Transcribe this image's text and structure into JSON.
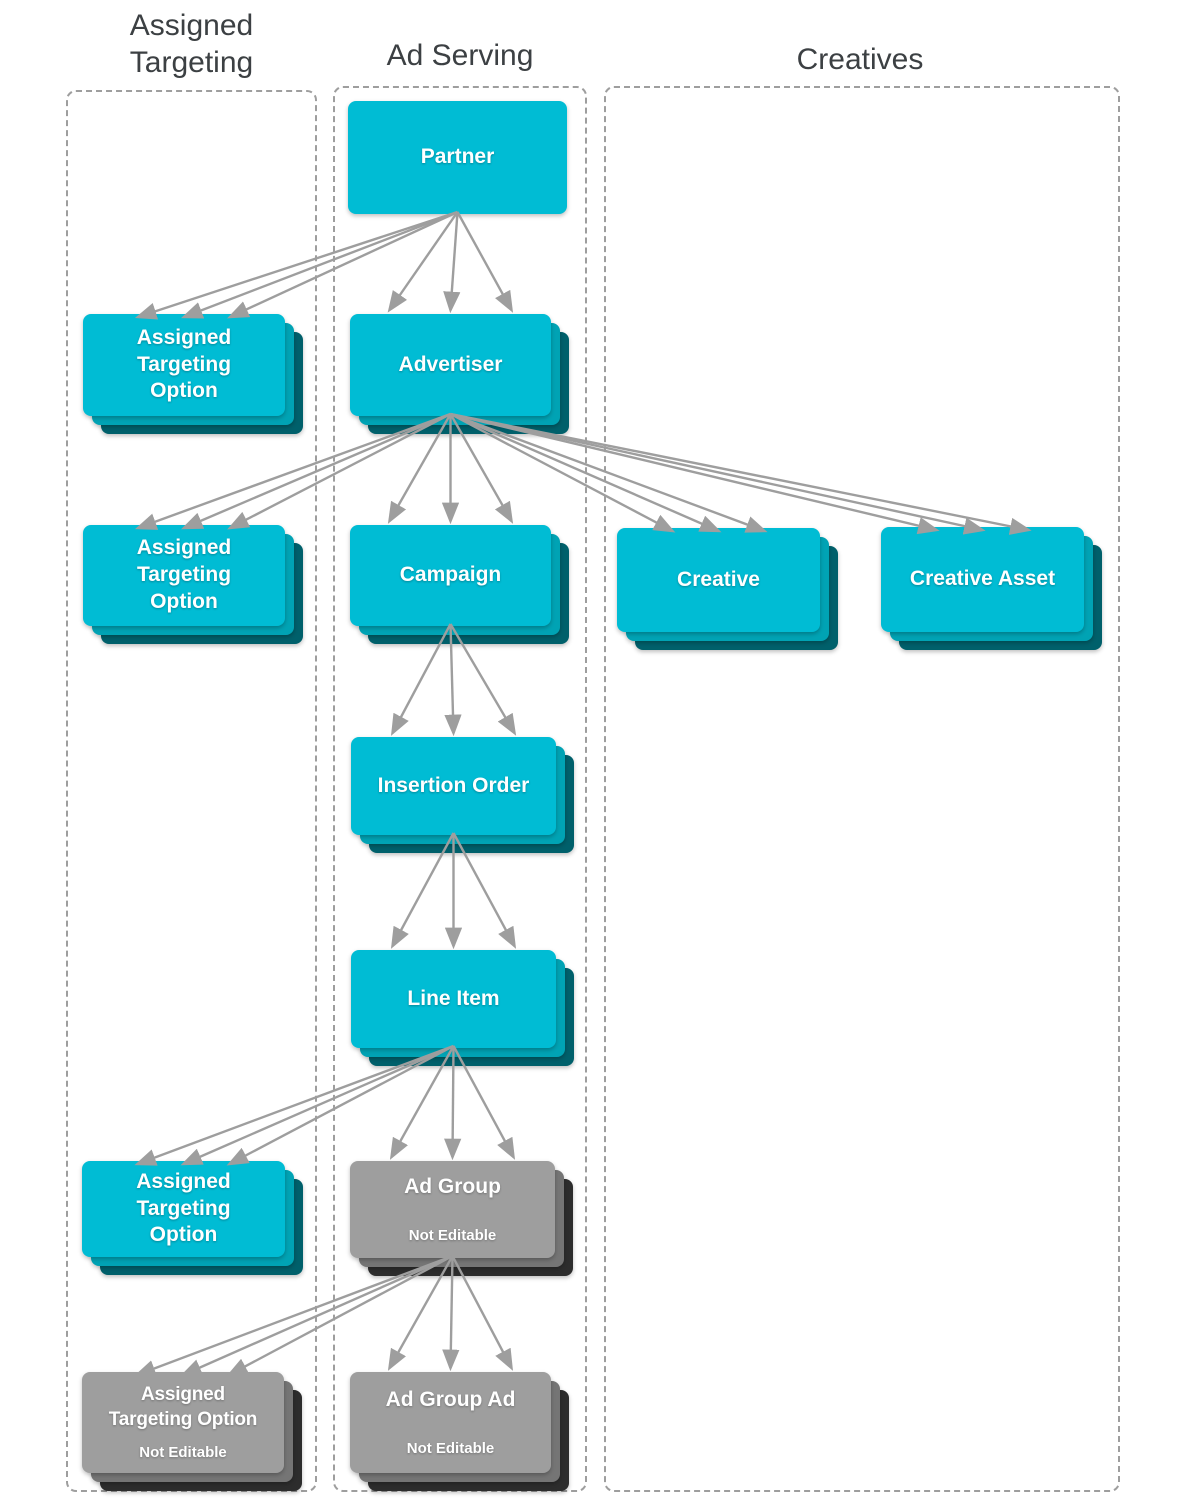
{
  "headers": [
    {
      "label": "Assigned Targeting"
    },
    {
      "label": "Ad Serving"
    },
    {
      "label": "Creatives"
    }
  ],
  "nodes": [
    {
      "id": "partner",
      "label": "Partner"
    },
    {
      "id": "ato1",
      "label": "Assigned Targeting Option"
    },
    {
      "id": "advertiser",
      "label": "Advertiser"
    },
    {
      "id": "ato2",
      "label": "Assigned Targeting Option"
    },
    {
      "id": "campaign",
      "label": "Campaign"
    },
    {
      "id": "creative",
      "label": "Creative"
    },
    {
      "id": "creative-asset",
      "label": "Creative Asset"
    },
    {
      "id": "insertion-order",
      "label": "Insertion Order"
    },
    {
      "id": "line-item",
      "label": "Line Item"
    },
    {
      "id": "ato3",
      "label": "Assigned Targeting Option"
    },
    {
      "id": "ad-group",
      "label": "Ad Group",
      "sublabel": "Not Editable"
    },
    {
      "id": "ato4",
      "label": "Assigned Targeting Option",
      "sublabel": "Not Editable"
    },
    {
      "id": "ad-group-ad",
      "label": "Ad Group Ad",
      "sublabel": "Not Editable"
    }
  ],
  "edges": [
    {
      "from": "partner",
      "to": "ato1"
    },
    {
      "from": "partner",
      "to": "advertiser"
    },
    {
      "from": "advertiser",
      "to": "ato2"
    },
    {
      "from": "advertiser",
      "to": "campaign"
    },
    {
      "from": "advertiser",
      "to": "creative"
    },
    {
      "from": "advertiser",
      "to": "creative-asset"
    },
    {
      "from": "campaign",
      "to": "insertion-order"
    },
    {
      "from": "insertion-order",
      "to": "line-item"
    },
    {
      "from": "line-item",
      "to": "ato3"
    },
    {
      "from": "line-item",
      "to": "ad-group"
    },
    {
      "from": "ad-group",
      "to": "ato4"
    },
    {
      "from": "ad-group",
      "to": "ad-group-ad"
    }
  ],
  "colors": {
    "teal_front": "#00bcd4",
    "teal_mid": "#00a3b4",
    "teal_back": "#00606b",
    "gray_front": "#9e9e9e",
    "gray_mid": "#757575",
    "gray_back": "#2d2d2d",
    "arrow": "#9e9e9e",
    "border_dash": "#9e9e9e",
    "header_text": "#3c4043",
    "label_text": "#ffffff"
  }
}
